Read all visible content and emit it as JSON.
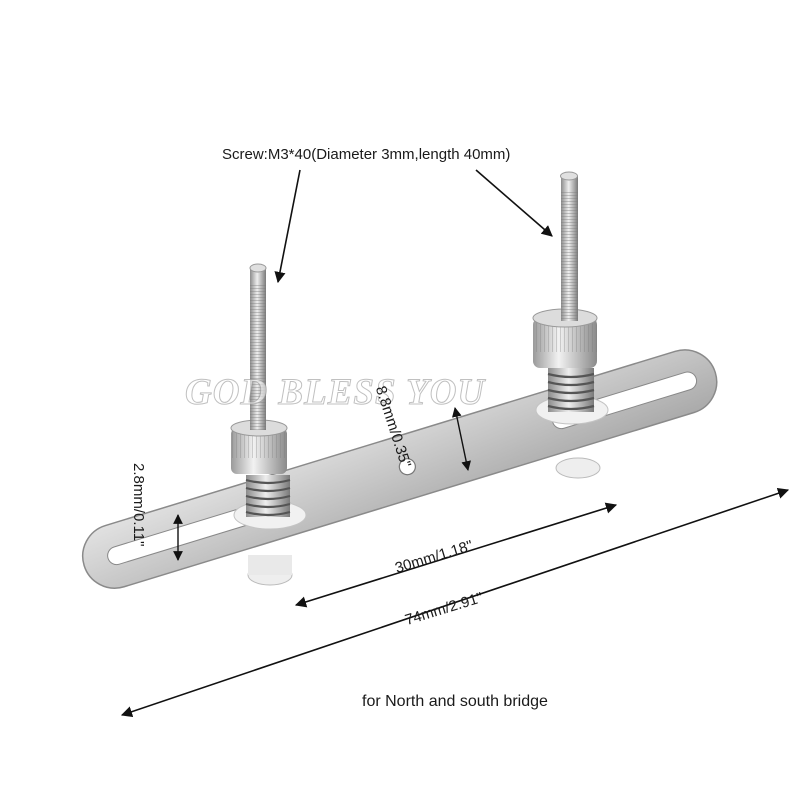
{
  "image": {
    "subject": "metal bracket with two spring-loaded knurled screws",
    "background_color": "#ffffff",
    "metal_color": "#c9c9c9"
  },
  "labels": {
    "screw": "Screw:M3*40(Diameter 3mm,length 40mm)",
    "height": "8.8mm/0.35\"",
    "slot_width": "2.8mm/0.11\"",
    "spacing": "30mm/1.18\"",
    "length": "74mm/2.91\"",
    "usage": "for North and south bridge"
  },
  "watermark": "GOD BLESS YOU"
}
